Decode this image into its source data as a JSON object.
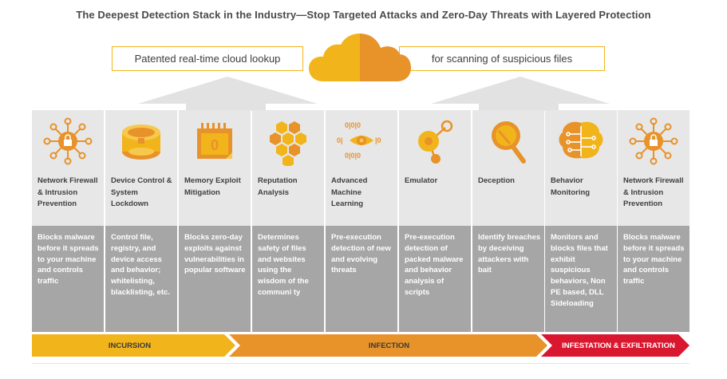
{
  "title": "The Deepest Detection Stack in the Industry—Stop Targeted Attacks and Zero-Day Threats with Layered Protection",
  "banner": {
    "left_text": "Patented real-time cloud lookup",
    "right_text": "for scanning of suspicious files"
  },
  "colors": {
    "accent_yellow": "#f2b41b",
    "accent_orange": "#e8922a",
    "accent_red": "#d9172e",
    "panel_light": "#e7e7e7",
    "panel_dark": "#a6a6a6"
  },
  "columns": [
    {
      "icon": "network-hub-lock-icon",
      "title": "Network Firewall & Intrusion Prevention",
      "desc": "Blocks malware before it spreads to your machine and controls traffic"
    },
    {
      "icon": "device-band-lock-icon",
      "title": "Device Control & System Lockdown",
      "desc": "Control file, registry, and device access and behavior; whitelisting, blacklisting, etc."
    },
    {
      "icon": "memory-chip-icon",
      "title": "Memory Exploit Mitigation",
      "desc": "Blocks zero-day exploits against vulnerabilities in popular software"
    },
    {
      "icon": "hexagon-cluster-icon",
      "title": "Reputation Analysis",
      "desc": "Determines safety of files and websites using the wisdom of the communi ty"
    },
    {
      "icon": "binary-eye-icon",
      "title": "Advanced Machine Learning",
      "desc": "Pre-execution detection of new and evolving threats"
    },
    {
      "icon": "emulator-nodes-icon",
      "title": "Emulator",
      "desc": "Pre-execution detection of packed malware and behavior analysis of scripts"
    },
    {
      "icon": "magnifier-icon",
      "title": "Deception",
      "desc": "Identify breaches by deceiving attackers with bait"
    },
    {
      "icon": "brain-circuit-icon",
      "title": "Behavior Monitoring",
      "desc": "Monitors and blocks files that exhibit suspicious behaviors, Non PE based, DLL Sideloading"
    },
    {
      "icon": "network-hub-lock-icon",
      "title": "Network Firewall & Intrusion Prevention",
      "desc": "Blocks malware before it spreads to your machine and controls traffic"
    }
  ],
  "phases": [
    {
      "label": "INCURSION",
      "color": "#f2b41b"
    },
    {
      "label": "INFECTION",
      "color": "#e8922a"
    },
    {
      "label": "INFESTATION & EXFILTRATION",
      "color": "#d9172e"
    }
  ]
}
